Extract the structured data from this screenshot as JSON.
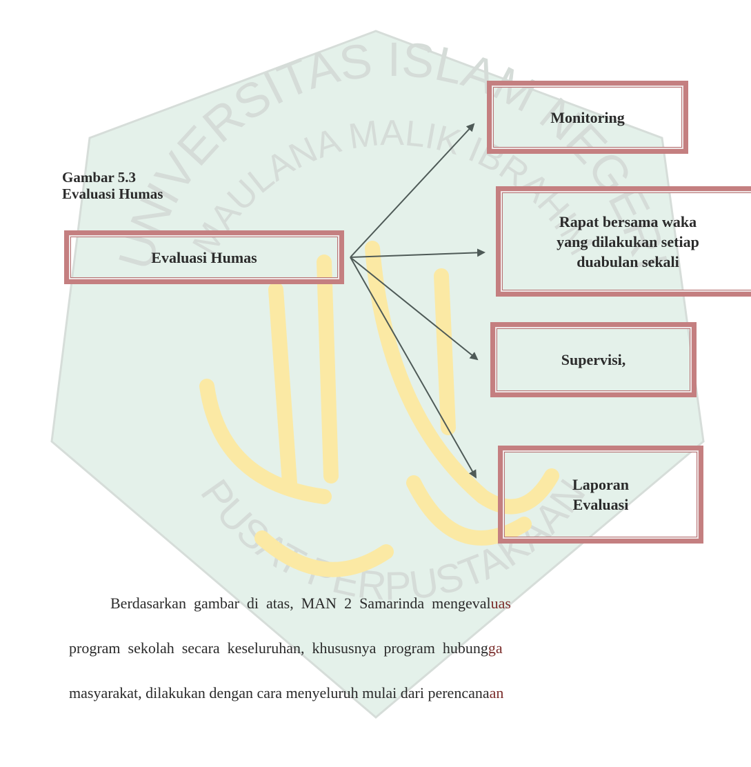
{
  "figure": {
    "caption_line1": "Gambar 5.3",
    "caption_line2": "Evaluasi Humas"
  },
  "nodes": {
    "source": "Evaluasi Humas",
    "targets": [
      "Monitoring",
      "Rapat bersama waka\nyang dilakukan setiap\nduabulan sekali",
      "Supervisi,",
      "Laporan\nEvaluasi"
    ]
  },
  "paragraph": {
    "line1_a": "Berdasarkan  gambar  di  atas,  MAN  2  Samarinda  mengeval",
    "line1_b": "uas",
    "line2_a": "program  sekolah  secara  keseluruhan,  khususnya  program  hubung",
    "line2_b": "ga",
    "line3_a": "masyarakat, dilakukan dengan cara menyeluruh mulai dari perencana",
    "line3_b": "an"
  },
  "colors": {
    "box_border": "#c47f80",
    "arrow": "#4e5a57",
    "watermark_green": "#e4f1ea",
    "watermark_gold": "#fbe9a4"
  }
}
